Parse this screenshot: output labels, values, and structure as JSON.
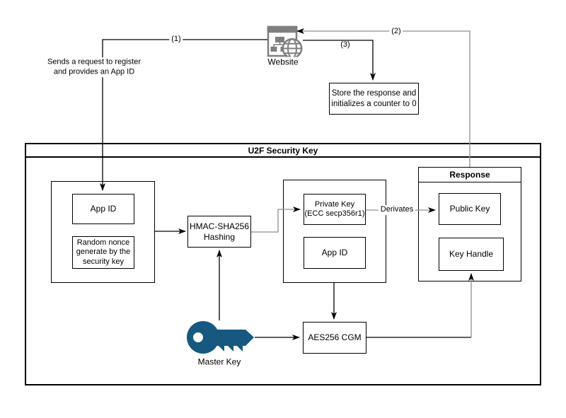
{
  "nodes": {
    "website": "Website",
    "store_response": "Store the response and\ninitializes a counter to 0",
    "u2f_title": "U2F Security Key",
    "app_id_left": "App ID",
    "random_nonce": "Random nonce\ngenerate by the\nsecurity key",
    "hmac": "HMAC-SHA256\nHashing",
    "private_key": "Private Key\n(ECC secp356r1)",
    "app_id_mid": "App ID",
    "response_title": "Response",
    "public_key": "Public Key",
    "key_handle": "Key Handle",
    "aes": "AES256 CGM",
    "master_key": "Master Key"
  },
  "edges": {
    "step1": "(1)",
    "step2": "(2)",
    "step3": "(3)",
    "derivates": "Derivates",
    "register_note": "Sends a request to register\nand provides an App ID"
  },
  "colors": {
    "key_icon": "#16587f",
    "icon_gray": "#7f7f7f",
    "connector_gray": "#8f8f8f",
    "connector_black": "#000000",
    "box_border": "#000000",
    "background": "#ffffff"
  }
}
